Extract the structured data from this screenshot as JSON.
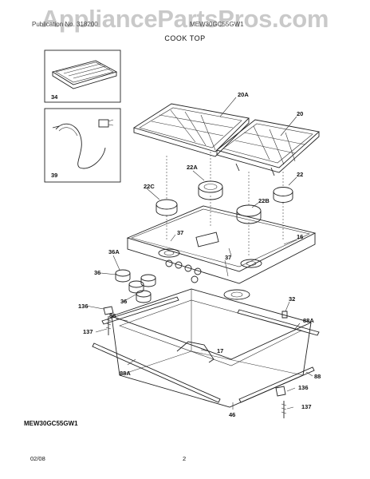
{
  "watermark": "AppliancePartsPros.com",
  "header": {
    "publication": "Publication No. 318200",
    "model": "MEW30GC55GW1"
  },
  "section_title": "COOK TOP",
  "model_code": "MEW30GC55GW1",
  "footer": {
    "date": "02/08",
    "page": "2"
  },
  "callouts": [
    "34",
    "39",
    "20A",
    "20",
    "22A",
    "22C",
    "22",
    "22B",
    "37",
    "16",
    "36A",
    "36",
    "37",
    "36",
    "136",
    "88",
    "137",
    "32",
    "88A",
    "17",
    "88A",
    "88",
    "136",
    "46",
    "137"
  ]
}
